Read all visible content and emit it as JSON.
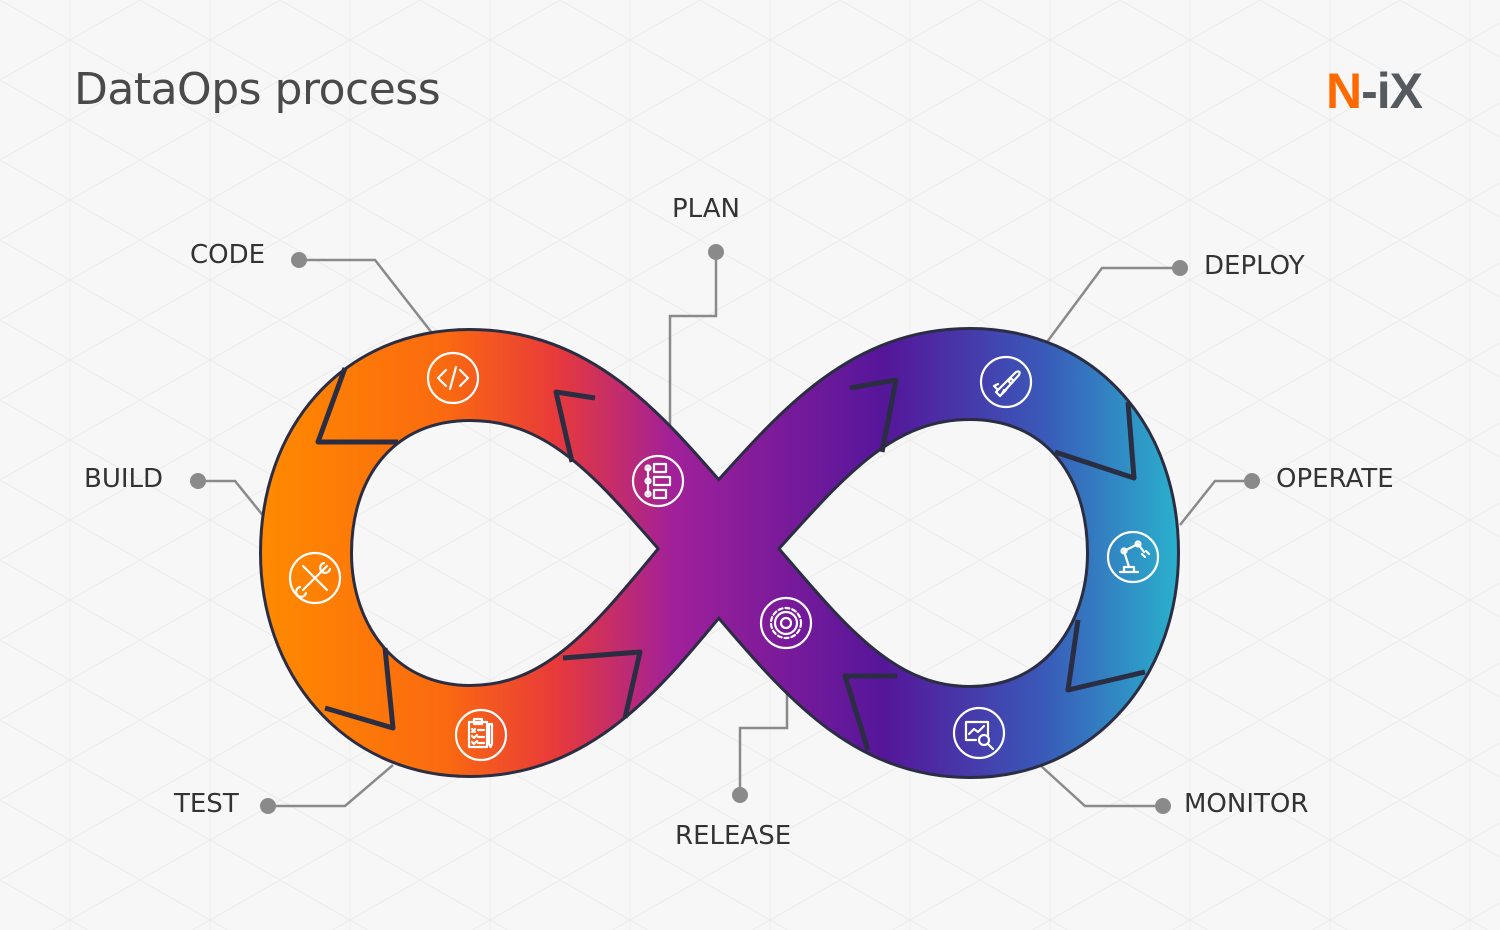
{
  "header": {
    "title": "DataOps process",
    "logo_text": "N-iX",
    "logo_first": "N",
    "logo_rest": "-iX"
  },
  "watermark": "N-iX",
  "stages": [
    {
      "label": "PLAN",
      "icon": "roadmap-icon"
    },
    {
      "label": "CODE",
      "icon": "code-icon"
    },
    {
      "label": "BUILD",
      "icon": "tools-icon"
    },
    {
      "label": "TEST",
      "icon": "clipboard-checklist-icon"
    },
    {
      "label": "RELEASE",
      "icon": "gear-icon"
    },
    {
      "label": "DEPLOY",
      "icon": "rocket-icon"
    },
    {
      "label": "OPERATE",
      "icon": "robot-arm-icon"
    },
    {
      "label": "MONITOR",
      "icon": "chart-magnifier-icon"
    }
  ],
  "colors": {
    "orange": "#ff8a00",
    "red": "#f84f1c",
    "magenta": "#a0209a",
    "purple": "#5a189a",
    "cyan": "#2aa8cc",
    "outline": "#2b2d42",
    "leader": "#8a8a8a"
  }
}
